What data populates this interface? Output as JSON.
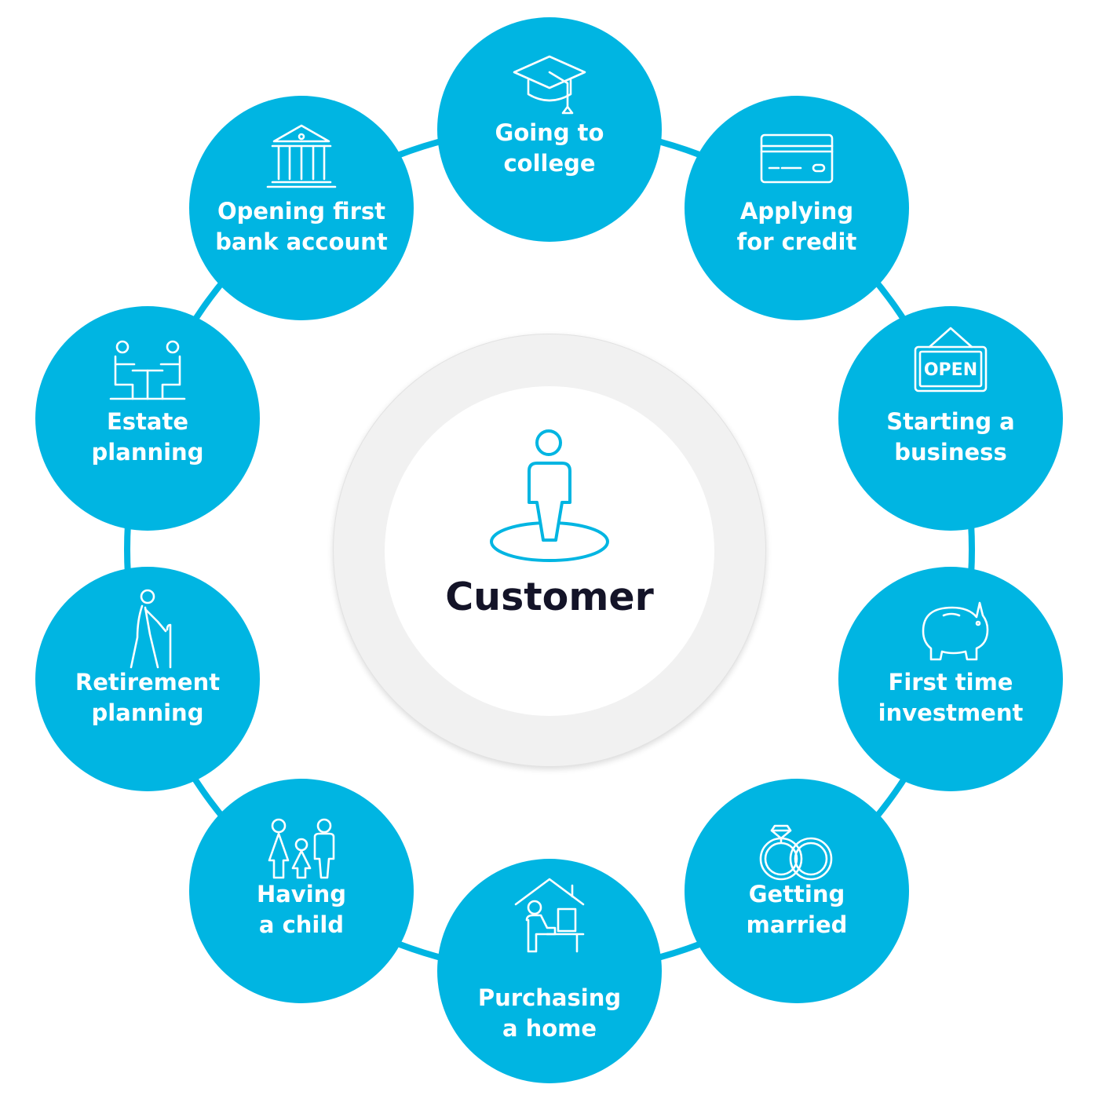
{
  "center": {
    "label": "Customer",
    "icon": "person-standing-icon"
  },
  "colors": {
    "node": "#00b5e2",
    "connector": "#00b5e2",
    "icon": "#ffffff",
    "center_text": "#141428"
  },
  "events": [
    {
      "id": "going-to-college",
      "icon": "graduation-cap-icon",
      "lines": [
        "Going to",
        "college"
      ]
    },
    {
      "id": "applying-for-credit",
      "icon": "credit-card-icon",
      "lines": [
        "Applying",
        "for credit"
      ]
    },
    {
      "id": "starting-a-business",
      "icon": "open-sign-icon",
      "sign_text": "OPEN",
      "lines": [
        "Starting a",
        "business"
      ]
    },
    {
      "id": "first-time-investment",
      "icon": "piggy-bank-icon",
      "lines": [
        "First time",
        "investment"
      ]
    },
    {
      "id": "getting-married",
      "icon": "wedding-rings-icon",
      "lines": [
        "Getting",
        "married"
      ]
    },
    {
      "id": "purchasing-a-home",
      "icon": "home-office-icon",
      "lines": [
        "Purchasing",
        "a home"
      ]
    },
    {
      "id": "having-a-child",
      "icon": "family-icon",
      "lines": [
        "Having",
        "a child"
      ]
    },
    {
      "id": "retirement-planning",
      "icon": "elderly-person-icon",
      "lines": [
        "Retirement",
        "planning"
      ]
    },
    {
      "id": "estate-planning",
      "icon": "meeting-table-icon",
      "lines": [
        "Estate",
        "planning"
      ]
    },
    {
      "id": "opening-first-bank-account",
      "icon": "bank-building-icon",
      "lines": [
        "Opening first",
        "bank account"
      ]
    }
  ]
}
